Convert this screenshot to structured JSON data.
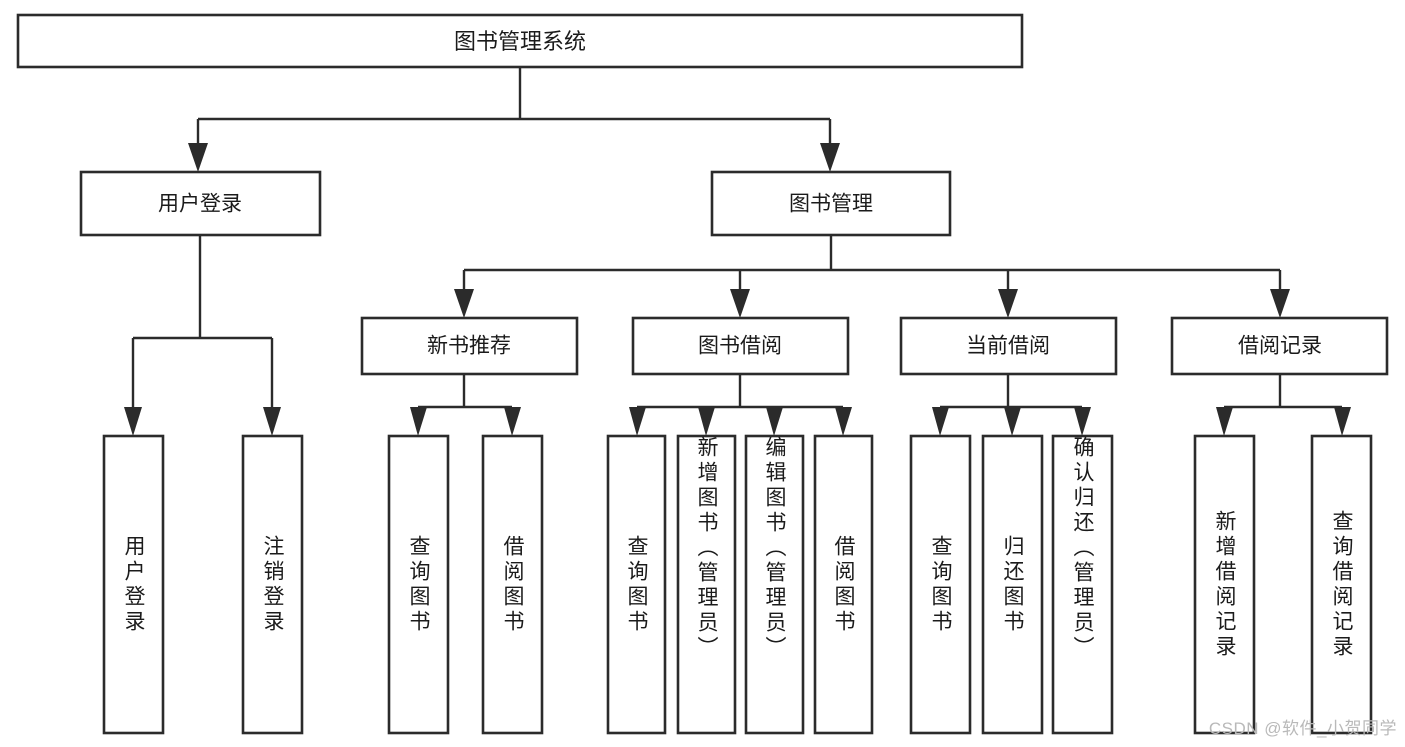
{
  "diagram": {
    "type": "tree",
    "title": "图书管理系统",
    "orientation": "top-down",
    "watermark": "CSDN @软件_小贺同学",
    "colors": {
      "stroke": "#2b2b2b",
      "fill": "#ffffff",
      "text": "#1b1b1b",
      "watermark": "#b9b9b9",
      "background": "#ffffff"
    },
    "levels": {
      "level1": [
        "图书管理系统"
      ],
      "level2": [
        "用户登录",
        "图书管理"
      ],
      "level3": [
        "新书推荐",
        "图书借阅",
        "当前借阅",
        "借阅记录"
      ],
      "level4_vertical_text": [
        "用户登录",
        "注销登录",
        "查询图书",
        "借阅图书",
        "查询图书",
        "新增图书（管理员）",
        "编辑图书（管理员）",
        "借阅图书",
        "查询图书",
        "归还图书",
        "确认归还（管理员）",
        "新增借阅记录",
        "查询借阅记录"
      ]
    },
    "nodes": {
      "root": {
        "label": "图书管理系统"
      },
      "user_login": {
        "label": "用户登录"
      },
      "book_manage": {
        "label": "图书管理"
      },
      "new_book_rec": {
        "label": "新书推荐"
      },
      "book_borrow": {
        "label": "图书借阅"
      },
      "current_borrow": {
        "label": "当前借阅"
      },
      "borrow_record": {
        "label": "借阅记录"
      },
      "leaf_user_login": {
        "label": "用户登录"
      },
      "leaf_user_logout": {
        "label": "注销登录"
      },
      "leaf_rec_query": {
        "label": "查询图书"
      },
      "leaf_rec_borrow": {
        "label": "借阅图书"
      },
      "leaf_borrow_query": {
        "label": "查询图书"
      },
      "leaf_borrow_add": {
        "label": "新增图书（管理员）"
      },
      "leaf_borrow_edit": {
        "label": "编辑图书（管理员）"
      },
      "leaf_borrow_do": {
        "label": "借阅图书"
      },
      "leaf_cur_query": {
        "label": "查询图书"
      },
      "leaf_cur_return": {
        "label": "归还图书"
      },
      "leaf_cur_confirm": {
        "label": "确认归还（管理员）"
      },
      "leaf_rec_add": {
        "label": "新增借阅记录"
      },
      "leaf_rec_search": {
        "label": "查询借阅记录"
      }
    },
    "edges": [
      {
        "from": "图书管理系统",
        "to": "用户登录"
      },
      {
        "from": "图书管理系统",
        "to": "图书管理"
      },
      {
        "from": "用户登录",
        "to": "用户登录"
      },
      {
        "from": "用户登录",
        "to": "注销登录"
      },
      {
        "from": "图书管理",
        "to": "新书推荐"
      },
      {
        "from": "图书管理",
        "to": "图书借阅"
      },
      {
        "from": "图书管理",
        "to": "当前借阅"
      },
      {
        "from": "图书管理",
        "to": "借阅记录"
      },
      {
        "from": "新书推荐",
        "to": "查询图书"
      },
      {
        "from": "新书推荐",
        "to": "借阅图书"
      },
      {
        "from": "图书借阅",
        "to": "查询图书"
      },
      {
        "from": "图书借阅",
        "to": "新增图书（管理员）"
      },
      {
        "from": "图书借阅",
        "to": "编辑图书（管理员）"
      },
      {
        "from": "图书借阅",
        "to": "借阅图书"
      },
      {
        "from": "当前借阅",
        "to": "查询图书"
      },
      {
        "from": "当前借阅",
        "to": "归还图书"
      },
      {
        "from": "当前借阅",
        "to": "确认归还（管理员）"
      },
      {
        "from": "借阅记录",
        "to": "新增借阅记录"
      },
      {
        "from": "借阅记录",
        "to": "查询借阅记录"
      }
    ]
  }
}
